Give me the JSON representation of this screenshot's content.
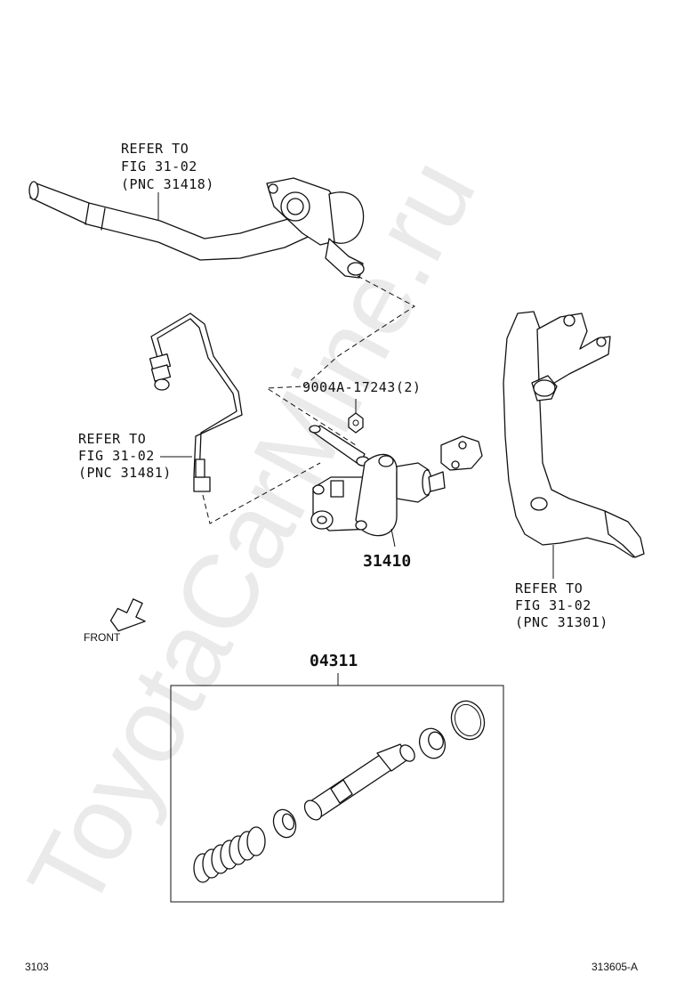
{
  "watermark": "ToyotaCarMine.ru",
  "callouts": {
    "hose": [
      "REFER TO",
      "FIG 31-02",
      "(PNC 31418)"
    ],
    "tube": [
      "REFER TO",
      "FIG 31-02",
      "(PNC 31481)"
    ],
    "pedal": [
      "REFER TO",
      "FIG 31-02",
      "(PNC 31301)"
    ],
    "nut": "9004A-17243(2)",
    "master_cylinder": "31410",
    "kit": "04311"
  },
  "front_label": "FRONT",
  "footer": {
    "page_code": "3103",
    "figure_code": "313605-A"
  },
  "icons": [
    "front-arrow-icon"
  ]
}
